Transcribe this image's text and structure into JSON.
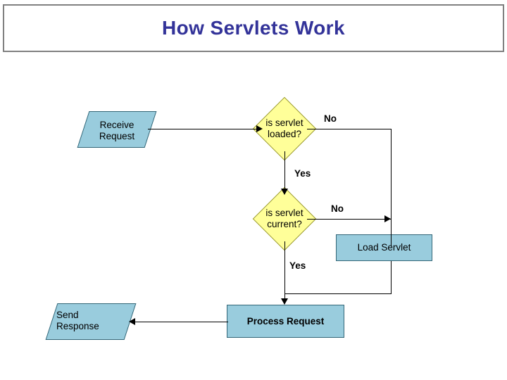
{
  "title": "How Servlets Work",
  "diagram": {
    "nodes": [
      {
        "id": "receive-request",
        "label": "Receive\nRequest",
        "shape": "parallelogram"
      },
      {
        "id": "is-servlet-loaded",
        "label": "is servlet\nloaded?",
        "shape": "diamond"
      },
      {
        "id": "is-servlet-current",
        "label": "is servlet\ncurrent?",
        "shape": "diamond"
      },
      {
        "id": "load-servlet",
        "label": "Load Servlet",
        "shape": "rectangle"
      },
      {
        "id": "process-request",
        "label": "Process Request",
        "shape": "rectangle"
      },
      {
        "id": "send-response",
        "label": "Send\nResponse",
        "shape": "parallelogram"
      }
    ],
    "edge_labels": {
      "loaded_no": "No",
      "loaded_yes": "Yes",
      "current_no": "No",
      "current_yes": "Yes"
    }
  },
  "colors": {
    "title_text": "#333399",
    "title_border": "#808080",
    "process_fill": "#99CCDD",
    "decision_fill": "#FFFF99",
    "line": "#000000"
  }
}
